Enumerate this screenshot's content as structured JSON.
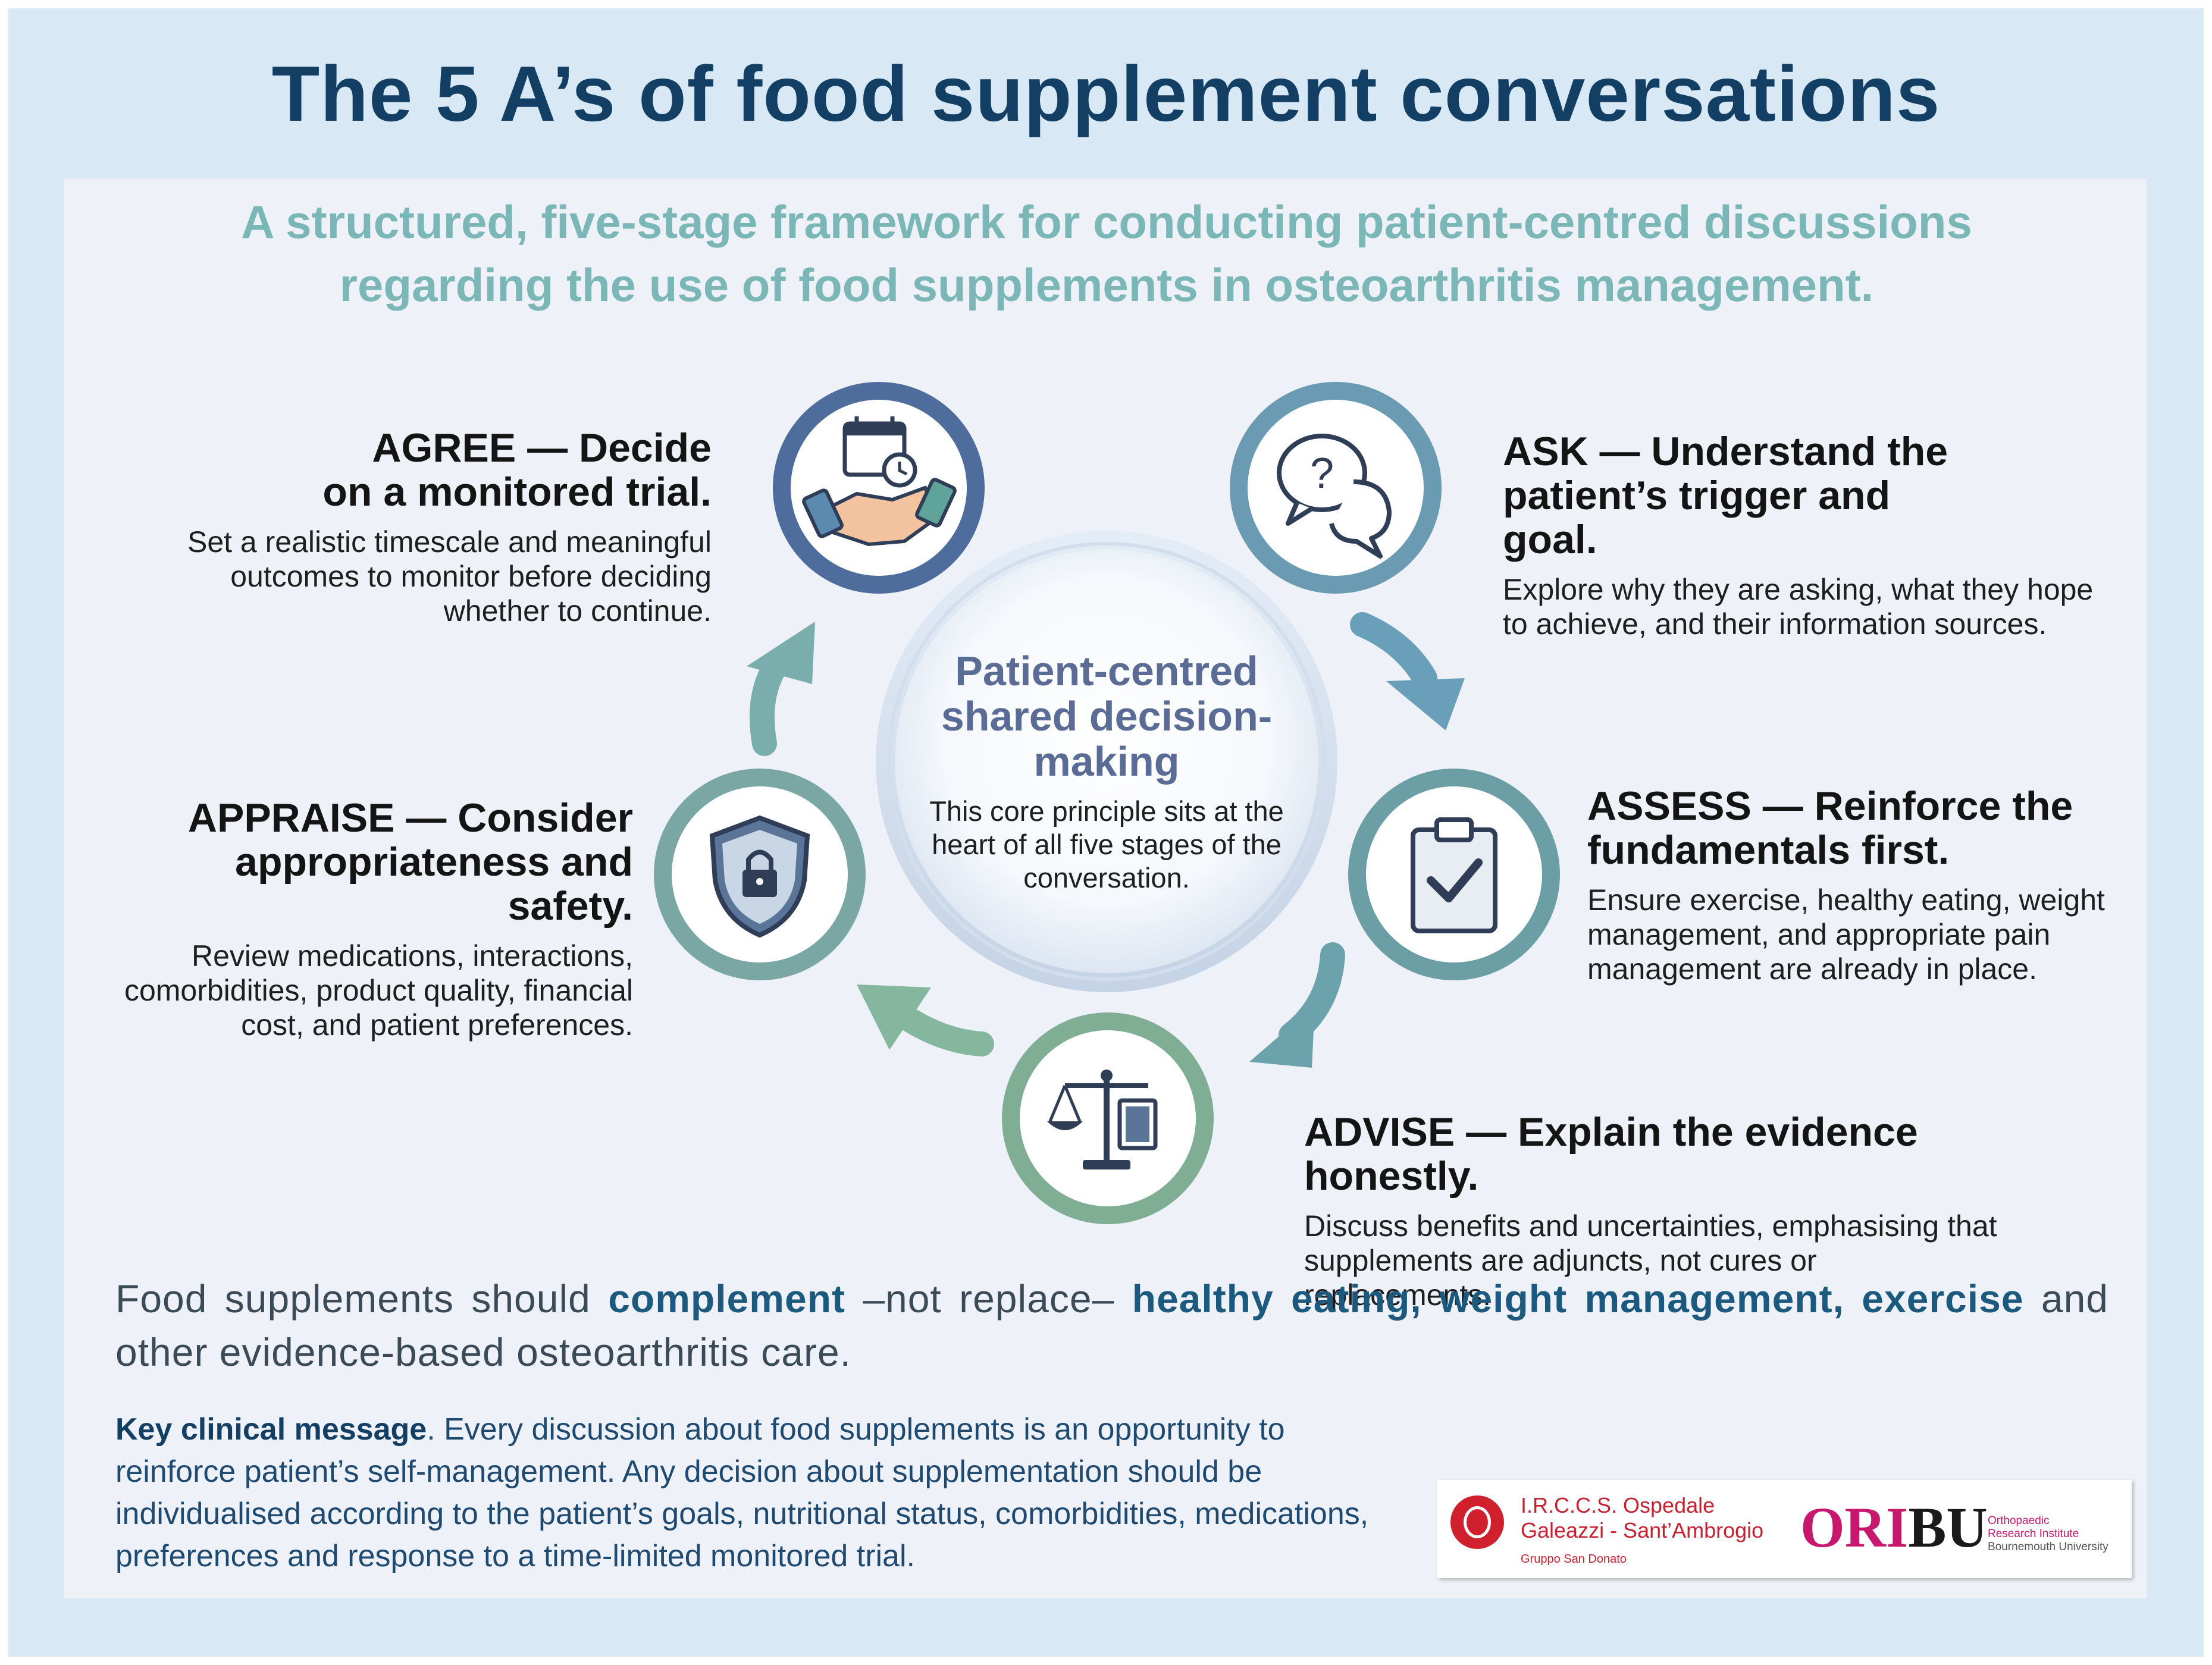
{
  "title": "The 5 A’s of food supplement conversations",
  "subtitle": "A structured, five-stage framework for conducting patient-centred discussions regarding the use of food supplements in osteoarthritis management.",
  "center": {
    "heading": "Patient-centred shared decision-making",
    "body": "This core principle sits at the heart of all five stages of the conversation."
  },
  "stages": {
    "ask": {
      "heading": "ASK — Understand the patient’s trigger and goal.",
      "body": "Explore why they are asking, what they hope to achieve, and their information sources.",
      "icon": "speech-bubbles-question-icon",
      "color": "#6a9bb3"
    },
    "assess": {
      "heading": "ASSESS — Reinforce the fundamentals first.",
      "body": "Ensure exercise, healthy eating, weight management, and appropriate pain management are already in place.",
      "icon": "clipboard-check-icon",
      "color": "#6c9ea6"
    },
    "advise": {
      "heading": "ADVISE — Explain the evidence honestly.",
      "body": "Discuss benefits and uncertainties, emphasising that supplements are adjuncts, not cures or replacements.",
      "icon": "scales-book-icon",
      "color": "#7fae95"
    },
    "appraise": {
      "heading": "APPRAISE — Consider appropriateness and safety.",
      "body": "Review medications, interactions, comorbidities, product quality, financial cost, and patient preferences.",
      "icon": "shield-lock-icon",
      "color": "#7aa6a4"
    },
    "agree": {
      "heading": "AGREE — Decide on a monitored trial.",
      "body": "Set a realistic timescale and meaningful outcomes to monitor before deciding whether to continue.",
      "icon": "handshake-calendar-icon",
      "color": "#4e6d9c"
    }
  },
  "statement": {
    "part1": "Food supplements should ",
    "emph1": "complement",
    "part2": " –not replace– ",
    "emph2": "healthy eating, weight management, exercise",
    "part3": " and other evidence-based osteoarthritis care."
  },
  "key_message": {
    "label": "Key clinical message",
    "text": ". Every discussion about food supplements is an opportunity to reinforce patient’s self-management. Any decision about supplementation should be individualised according to the patient’s goals, nutritional status, comorbidities, medications, preferences and response to a time-limited monitored trial."
  },
  "logos": {
    "galeazzi_line1": "I.R.C.C.S. Ospedale",
    "galeazzi_line2": "Galeazzi - Sant’Ambrogio",
    "galeazzi_group": "Gruppo San Donato",
    "oribu_ori": "ORI",
    "oribu_bu": "BU",
    "oribu_line1": "Orthopaedic",
    "oribu_line2": "Research Institute",
    "oribu_line3": "Bournemouth University"
  }
}
